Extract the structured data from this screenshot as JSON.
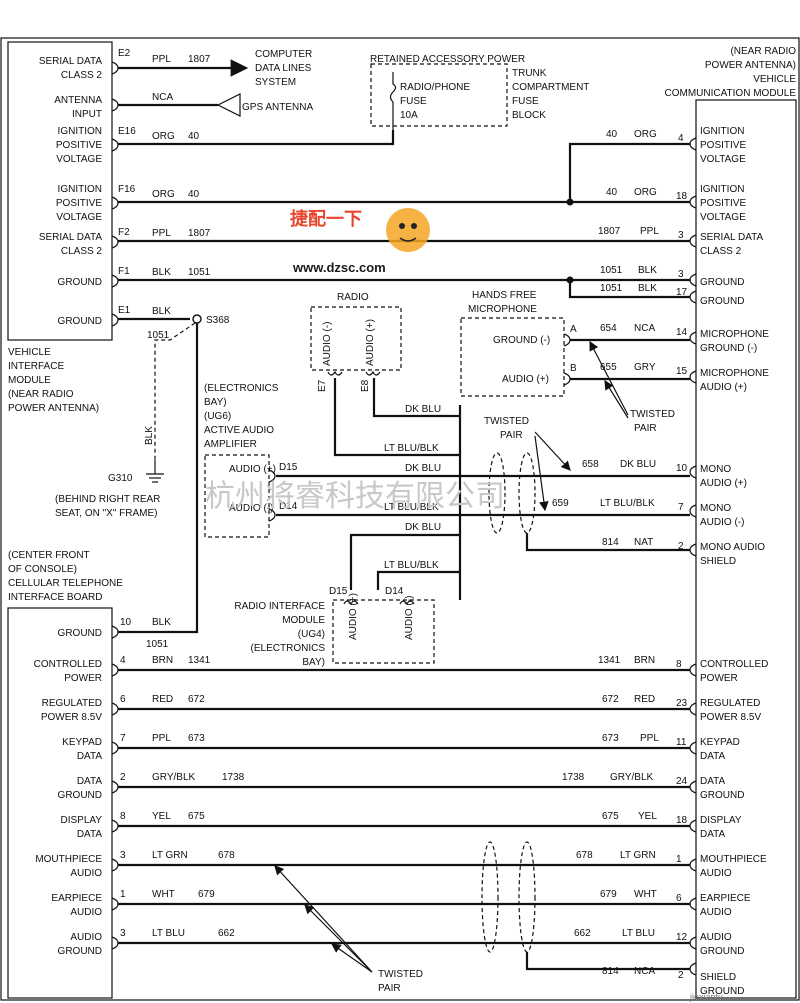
{
  "vim": {
    "name_lines": [
      "VEHICLE",
      "INTERFACE",
      "MODULE",
      "(NEAR RADIO",
      "POWER ANTENNA)"
    ],
    "pins": [
      {
        "label": [
          "SERIAL DATA",
          "CLASS 2"
        ],
        "pin": "E2",
        "color": "PPL",
        "circuit": "1807"
      },
      {
        "label": [
          "ANTENNA",
          "INPUT"
        ],
        "pin": "",
        "color": "NCA",
        "circuit": ""
      },
      {
        "label": [
          "IGNITION",
          "POSITIVE",
          "VOLTAGE"
        ],
        "pin": "E16",
        "color": "ORG",
        "circuit": "40"
      },
      {
        "label": [
          "IGNITION",
          "POSITIVE",
          "VOLTAGE"
        ],
        "pin": "F16",
        "color": "ORG",
        "circuit": "40"
      },
      {
        "label": [
          "SERIAL DATA",
          "CLASS 2"
        ],
        "pin": "F2",
        "color": "PPL",
        "circuit": "1807"
      },
      {
        "label": [
          "GROUND"
        ],
        "pin": "F1",
        "color": "BLK",
        "circuit": "1051"
      },
      {
        "label": [
          "GROUND"
        ],
        "pin": "E1",
        "color": "BLK",
        "circuit": ""
      }
    ]
  },
  "computer_data_lines": [
    "COMPUTER",
    "DATA LINES",
    "SYSTEM"
  ],
  "gps_antenna": "GPS ANTENNA",
  "fuse_block": {
    "title": "RETAINED ACCESSORY POWER",
    "fuse": [
      "RADIO/PHONE",
      "FUSE",
      "10A"
    ],
    "location": [
      "TRUNK",
      "COMPARTMENT",
      "FUSE",
      "BLOCK"
    ]
  },
  "vcm": {
    "name_lines": [
      "(NEAR RADIO",
      "POWER ANTENNA)",
      "VEHICLE",
      "COMMUNICATION MODULE"
    ],
    "pins": [
      {
        "circuit": "40",
        "color": "ORG",
        "pin": "4",
        "label": [
          "IGNITION",
          "POSITIVE",
          "VOLTAGE"
        ]
      },
      {
        "circuit": "40",
        "color": "ORG",
        "pin": "18",
        "label": [
          "IGNITION",
          "POSITIVE",
          "VOLTAGE"
        ]
      },
      {
        "circuit": "1807",
        "color": "PPL",
        "pin": "3",
        "label": [
          "SERIAL DATA",
          "CLASS 2"
        ]
      },
      {
        "circuit": "1051",
        "color": "BLK",
        "pin": "3",
        "label": [
          "GROUND"
        ]
      },
      {
        "circuit": "1051",
        "color": "BLK",
        "pin": "17",
        "label": [
          "GROUND"
        ]
      },
      {
        "circuit": "654",
        "color": "NCA",
        "pin": "14",
        "label": [
          "MICROPHONE",
          "GROUND (-)"
        ]
      },
      {
        "circuit": "655",
        "color": "GRY",
        "pin": "15",
        "label": [
          "MICROPHONE",
          "AUDIO (+)"
        ]
      },
      {
        "circuit": "658",
        "color": "DK BLU",
        "pin": "10",
        "label": [
          "MONO",
          "AUDIO (+)"
        ]
      },
      {
        "circuit": "659",
        "color": "LT BLU/BLK",
        "pin": "7",
        "label": [
          "MONO",
          "AUDIO (-)"
        ]
      },
      {
        "circuit": "814",
        "color": "NAT",
        "pin": "2",
        "label": [
          "MONO AUDIO",
          "SHIELD"
        ]
      }
    ]
  },
  "splice": "S368",
  "ground_point": {
    "name": "G310",
    "wire": "BLK",
    "note": [
      "(BEHIND RIGHT REAR",
      "SEAT, ON \"X\" FRAME)"
    ]
  },
  "radio": {
    "title": "RADIO",
    "pins": [
      {
        "pin": "E7",
        "label": "AUDIO (-)"
      },
      {
        "pin": "E8",
        "label": "AUDIO (+)"
      }
    ]
  },
  "microphone": {
    "title": [
      "HANDS FREE",
      "MICROPHONE"
    ],
    "pins": [
      {
        "pin": "A",
        "label": "GROUND (-)"
      },
      {
        "pin": "B",
        "label": "AUDIO (+)"
      }
    ]
  },
  "amplifier": {
    "name_lines": [
      "(ELECTRONICS",
      "BAY)",
      "(UG6)",
      "ACTIVE AUDIO",
      "AMPLIFIER"
    ],
    "pins": [
      {
        "pin": "D15",
        "label": "AUDIO (+)"
      },
      {
        "pin": "D14",
        "label": "AUDIO (-)"
      }
    ]
  },
  "rim": {
    "name_lines": [
      "RADIO INTERFACE",
      "MODULE",
      "(UG4)",
      "(ELECTRONICS",
      "BAY)"
    ],
    "pins": [
      {
        "pin": "D15",
        "label": "AUDIO (+)"
      },
      {
        "pin": "D14",
        "label": "AUDIO (-)"
      }
    ]
  },
  "wire_labels": {
    "dk_blu": "DK BLU",
    "lt_blu_blk": "LT BLU/BLK",
    "twisted_pair": [
      "TWISTED",
      "PAIR"
    ]
  },
  "cellular": {
    "name_lines": [
      "(CENTER FRONT",
      "OF CONSOLE)",
      "CELLULAR TELEPHONE",
      "INTERFACE BOARD"
    ],
    "ground": {
      "label": [
        "GROUND"
      ],
      "pin": "10",
      "color": "BLK",
      "circuit": "1051"
    },
    "rows": [
      {
        "left_label": [
          "CONTROLLED",
          "POWER"
        ],
        "left_pin": "4",
        "color": "BRN",
        "circuit": "1341",
        "right_pin": "8",
        "right_label": [
          "CONTROLLED",
          "POWER"
        ]
      },
      {
        "left_label": [
          "REGULATED",
          "POWER 8.5V"
        ],
        "left_pin": "6",
        "color": "RED",
        "circuit": "672",
        "right_pin": "23",
        "right_label": [
          "REGULATED",
          "POWER 8.5V"
        ]
      },
      {
        "left_label": [
          "KEYPAD",
          "DATA"
        ],
        "left_pin": "7",
        "color": "PPL",
        "circuit": "673",
        "right_pin": "11",
        "right_label": [
          "KEYPAD",
          "DATA"
        ]
      },
      {
        "left_label": [
          "DATA",
          "GROUND"
        ],
        "left_pin": "2",
        "color": "GRY/BLK",
        "circuit": "1738",
        "right_pin": "24",
        "right_label": [
          "DATA",
          "GROUND"
        ]
      },
      {
        "left_label": [
          "DISPLAY",
          "DATA"
        ],
        "left_pin": "8",
        "color": "YEL",
        "circuit": "675",
        "right_pin": "18",
        "right_label": [
          "DISPLAY",
          "DATA"
        ]
      },
      {
        "left_label": [
          "MOUTHPIECE",
          "AUDIO"
        ],
        "left_pin": "3",
        "color": "LT GRN",
        "circuit": "678",
        "right_pin": "1",
        "right_label": [
          "MOUTHPIECE",
          "AUDIO"
        ]
      },
      {
        "left_label": [
          "EARPIECE",
          "AUDIO"
        ],
        "left_pin": "1",
        "color": "WHT",
        "circuit": "679",
        "right_pin": "6",
        "right_label": [
          "EARPIECE",
          "AUDIO"
        ]
      },
      {
        "left_label": [
          "AUDIO",
          "GROUND"
        ],
        "left_pin": "3",
        "color": "LT BLU",
        "circuit": "662",
        "right_pin": "12",
        "right_label": [
          "AUDIO",
          "GROUND"
        ]
      }
    ],
    "shield": {
      "circuit": "814",
      "color": "NCA",
      "pin": "2",
      "label": [
        "SHIELD",
        "GROUND"
      ]
    }
  },
  "watermarks": {
    "top_logo": "捷配一下",
    "site": "www.dzsc.com",
    "center": "杭州将睿科技有限公司",
    "corner": "jiexiantu"
  }
}
